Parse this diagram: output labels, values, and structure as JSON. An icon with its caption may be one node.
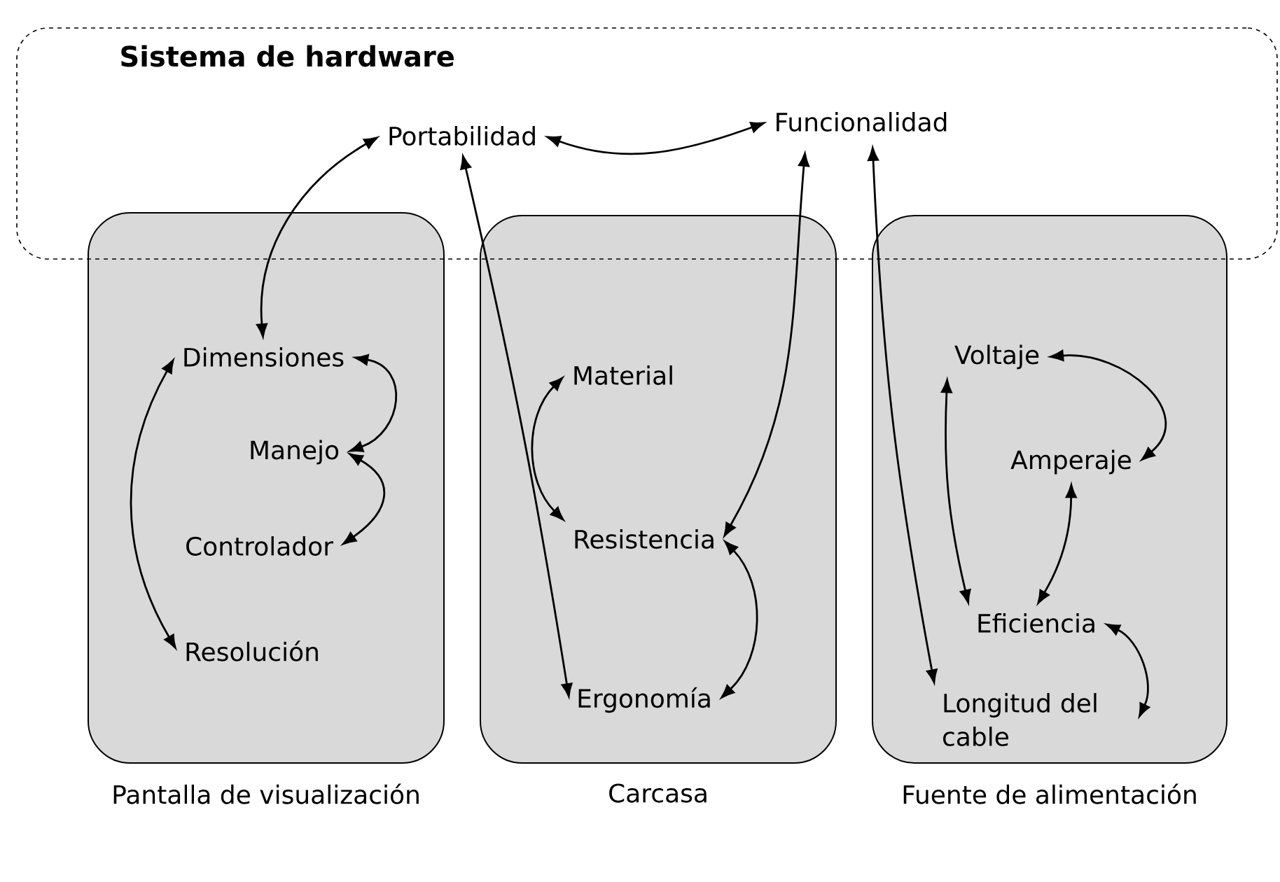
{
  "diagram": {
    "nodes": [
      {
        "text": [
          "Sistema de hardware"
        ]
      },
      {
        "text": [
          "Portabilidad"
        ],
        "in": 0
      },
      {
        "text": [
          "Funcionalidad"
        ],
        "in": 0
      },
      {
        "text": [
          "Pantalla de visualización"
        ]
      },
      {
        "text": [
          "Dimensiones"
        ],
        "in": 3
      },
      {
        "text": [
          "Manejo"
        ],
        "in": 3
      },
      {
        "text": [
          "Controlador"
        ],
        "in": 3
      },
      {
        "text": [
          "Resolución"
        ],
        "in": 3
      },
      {
        "text": [
          "Carcasa"
        ]
      },
      {
        "text": [
          "Material"
        ],
        "in": 8
      },
      {
        "text": [
          "Resistencia"
        ],
        "in": 8
      },
      {
        "text": [
          "Ergonomía"
        ],
        "in": 8
      },
      {
        "text": [
          "Fuente de alimentación"
        ]
      },
      {
        "text": [
          "Voltaje"
        ],
        "in": 12
      },
      {
        "text": [
          "Amperaje"
        ],
        "in": 12
      },
      {
        "text": [
          "Eficiencia"
        ],
        "in": 12
      },
      {
        "text": [
          "Longitud del cable"
        ],
        "in": 12
      }
    ],
    "edges": [
      {
        "from": 1,
        "to": 2,
        "arrow": "both"
      },
      {
        "from": 4,
        "to": 1,
        "arrow": "both"
      },
      {
        "from": 1,
        "to": 11,
        "arrow": "both"
      },
      {
        "from": 2,
        "to": 10,
        "arrow": "both"
      },
      {
        "from": 2,
        "to": 16,
        "arrow": "both"
      },
      {
        "from": 4,
        "to": 5,
        "arrow": "both"
      },
      {
        "from": 5,
        "to": 6,
        "arrow": "both"
      },
      {
        "from": 4,
        "to": 7,
        "arrow": "both"
      },
      {
        "from": 9,
        "to": 10,
        "arrow": "both"
      },
      {
        "from": 10,
        "to": 11,
        "arrow": "both"
      },
      {
        "from": 13,
        "to": 15,
        "arrow": "both"
      },
      {
        "from": 13,
        "to": 14,
        "arrow": "both"
      },
      {
        "from": 14,
        "to": 15,
        "arrow": "both"
      },
      {
        "from": 15,
        "to": 16,
        "arrow": "both"
      }
    ]
  }
}
